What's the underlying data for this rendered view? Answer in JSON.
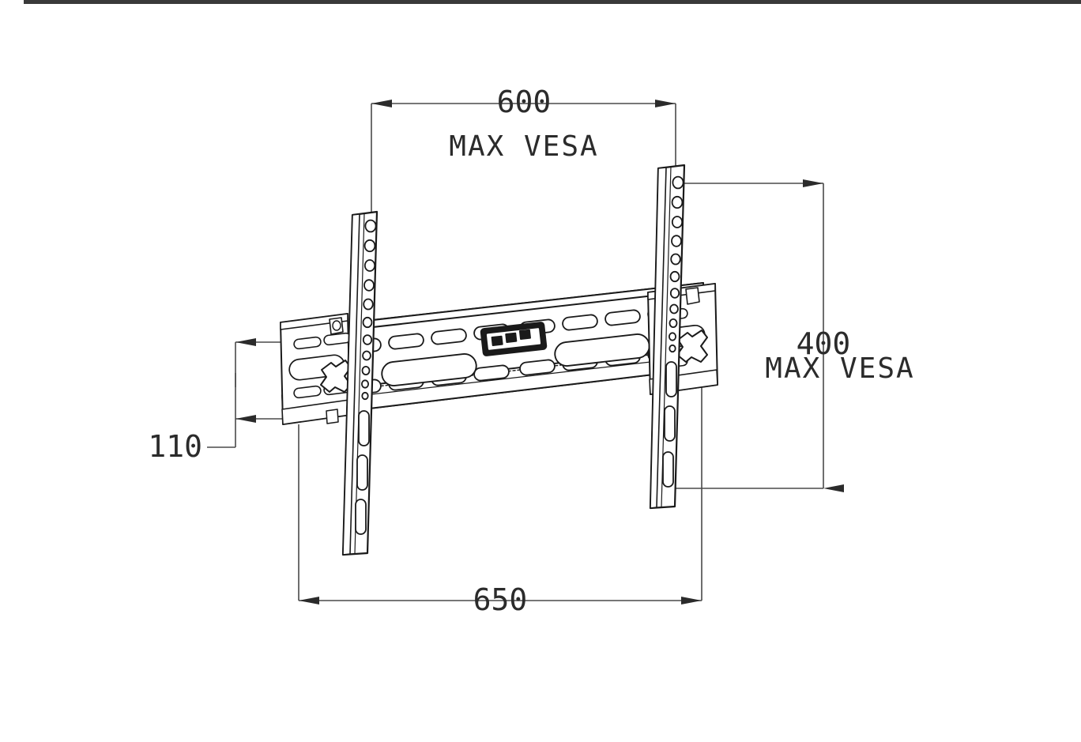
{
  "document": {
    "type": "technical-drawing",
    "subject": "TV wall mount bracket - front elevation",
    "background_color": "#ffffff",
    "line_color": "#1a1a1a",
    "dimension_color": "#2b2b2b"
  },
  "page": {
    "top_edge_bar": true
  },
  "dimensions": {
    "vesa_width": {
      "value": "600",
      "label": "MAX VESA",
      "orientation": "horizontal",
      "position": "top"
    },
    "vesa_height": {
      "value": "400",
      "label": "MAX VESA",
      "orientation": "vertical",
      "position": "right"
    },
    "plate_height": {
      "value": "110",
      "orientation": "vertical",
      "position": "left"
    },
    "overall_width": {
      "value": "650",
      "orientation": "horizontal",
      "position": "bottom"
    }
  },
  "components": {
    "wall_plate": "horizontal-wall-plate",
    "left_arm": "left-vertical-vesa-arm",
    "right_arm": "right-vertical-vesa-arm",
    "bubble_level": "center-bubble-level",
    "left_tilt_knob": "left-tilt-adjustment-knob",
    "right_tilt_knob": "right-tilt-adjustment-knob"
  }
}
